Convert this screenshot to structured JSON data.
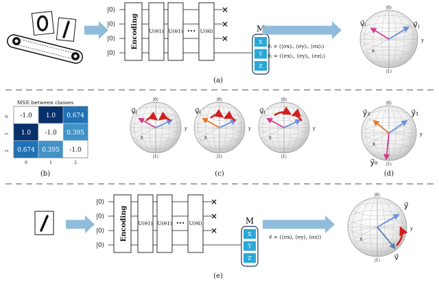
{
  "panel_labels": [
    "(a)",
    "(b)",
    "(c)",
    "(d)",
    "(e)"
  ],
  "circuit": {
    "qubit_label": "|0⟩",
    "encoding_label": "Encoding",
    "unitary_label": "U(θ",
    "unitary_label_end": ")",
    "unitary_subscript": "1",
    "unitary_last_subscript": "l",
    "dots": "···",
    "measure_label": "M",
    "measure_bases": [
      "X",
      "Y",
      "Z"
    ],
    "cross_marker": "×"
  },
  "vector_defs": {
    "v_i": "v⃗ᵢ = (⟨σx⟩ᵢ, ⟨σy⟩ᵢ, ⟨σz⟩ᵢ)",
    "v_j": "v⃗ⱼ = (⟨σx⟩ⱼ, ⟨σy⟩ⱼ, ⟨σz⟩ⱼ)",
    "v": "v⃗ = (⟨σx⟩, ⟨σy⟩, ⟨σz⟩)"
  },
  "bloch": {
    "top": "|0⟩",
    "bottom": "|1⟩",
    "axis_x": "x",
    "axis_y": "y",
    "labels_a": [
      "v⃗ᵢ",
      "v⃗ⱼ"
    ],
    "labels_c": [
      "v⃗ᵢ"
    ],
    "labels_d": [
      "y⃗₂",
      "y⃗₁",
      "y⃗₀"
    ],
    "labels_e": [
      "y⃗",
      "v⃗"
    ]
  },
  "heatmap": {
    "title": "MSE between classes",
    "row_ticks": [
      "0",
      "1",
      "2"
    ],
    "col_ticks": [
      "0",
      "1",
      "2"
    ],
    "cells": [
      [
        "-1.0",
        "1.0",
        "0.674"
      ],
      [
        "1.0",
        "-1.0",
        "0.395"
      ],
      [
        "0.674",
        "0.395",
        "-1.0"
      ]
    ],
    "colors": [
      [
        "#ffffff",
        "#08306b",
        "#2171b5"
      ],
      [
        "#08306b",
        "#ffffff",
        "#4292c6"
      ],
      [
        "#2171b5",
        "#4292c6",
        "#ffffff"
      ]
    ]
  },
  "colors": {
    "arrow_flow": "#8fbcdb",
    "measure_box": "#29a8d8",
    "vec_blue": "#6a8fe0",
    "vec_magenta": "#d63c8a",
    "vec_orange": "#e8762d",
    "rot_red": "#d11f1f"
  }
}
